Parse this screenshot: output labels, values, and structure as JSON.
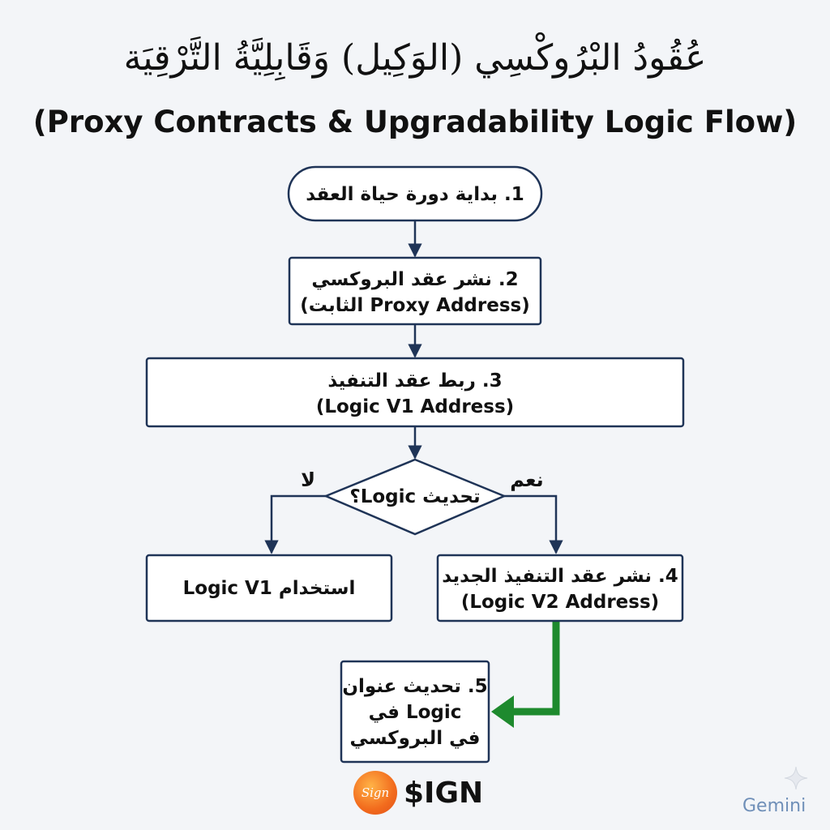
{
  "title": {
    "arabic": "عُقُودُ البْرُوكْسِي (الوَكِيل) وَقَابِلِيَّةُ التَّرْقِيَة",
    "english": "(Proxy Contracts & Upgradability Logic Flow)"
  },
  "nodes": {
    "step1": {
      "line1": "1. بداية دورة حياة العقد"
    },
    "step2": {
      "line1": "2. نشر عقد البروكسي",
      "line2": "(Proxy Address الثابت)"
    },
    "step3": {
      "line1": "3. ربط عقد التنفيذ",
      "line2": "(Logic V1 Address)"
    },
    "decision": {
      "label": "تحديث Logic؟"
    },
    "use_v1": {
      "label": "استخدام Logic V1"
    },
    "step4": {
      "line1": "4. نشر عقد التنفيذ الجديد",
      "line2": "(Logic V2 Address)"
    },
    "step5": {
      "line1": "5. تحديث عنوان",
      "line2": "Logic في",
      "line3": "في البروكسي"
    }
  },
  "edges": {
    "no_label": "لا",
    "yes_label": "نعم"
  },
  "colors": {
    "stroke": "#1f3457",
    "accent_arrow": "#1e8a2e",
    "background": "#f3f5f8",
    "node_fill": "#ffffff"
  },
  "logo": {
    "badge_text": "Sign",
    "text": "$IGN"
  },
  "watermark": "Gemini"
}
